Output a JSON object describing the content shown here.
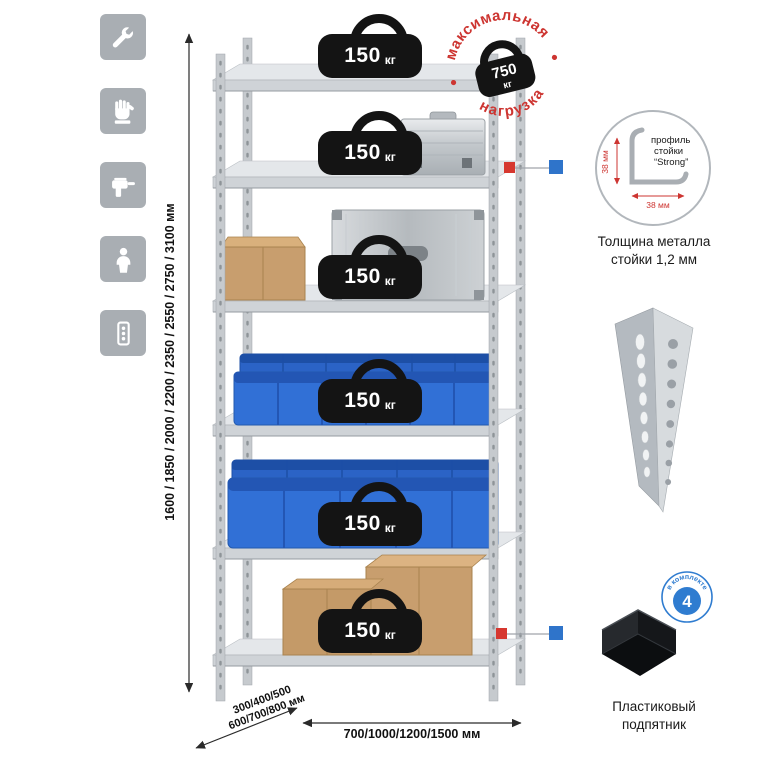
{
  "product_icons": [
    {
      "icon": "wrench-icon"
    },
    {
      "icon": "gloves-icon"
    },
    {
      "icon": "drill-icon"
    },
    {
      "icon": "person-icon"
    },
    {
      "icon": "rack-post-icon"
    }
  ],
  "rack": {
    "shelf_loads": [
      {
        "value": "150",
        "unit": "кг"
      },
      {
        "value": "150",
        "unit": "кг"
      },
      {
        "value": "150",
        "unit": "кг"
      },
      {
        "value": "150",
        "unit": "кг"
      },
      {
        "value": "150",
        "unit": "кг"
      },
      {
        "value": "150",
        "unit": "кг"
      }
    ]
  },
  "stamp": {
    "arc_top": "максимальная",
    "arc_bottom": "нагрузка",
    "weight_value": "750",
    "weight_unit": "кг"
  },
  "dimensions": {
    "height": "1600 / 1850 / 2000 / 2200 / 2350 / 2550 / 2750 / 3100 мм",
    "depth_line1": "300/400/500",
    "depth_line2": "600/700/800 мм",
    "width": "700/1000/1200/1500 мм"
  },
  "profile_detail": {
    "label_line1": "профиль",
    "label_line2": "стойки",
    "label_line3": "“Strong”",
    "dim_vertical": "38 мм",
    "dim_horizontal": "38 мм",
    "caption_line1": "Толщина металла",
    "caption_line2": "стойки 1,2 мм"
  },
  "foot_detail": {
    "badge_value": "4",
    "badge_text": "в комплекте",
    "caption_line1": "Пластиковый",
    "caption_line2": "подпятник"
  },
  "colors": {
    "accent_red": "#cd3531",
    "accent_blue": "#2f74ca",
    "icon_gray": "#a9aeb3"
  }
}
